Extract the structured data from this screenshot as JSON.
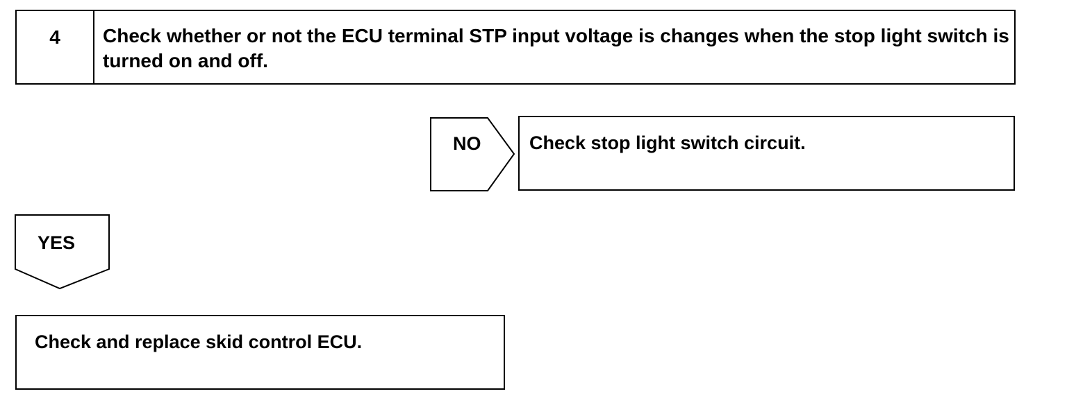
{
  "step": {
    "number": "4",
    "text": "Check whether or not the ECU terminal STP input voltage is changes when the stop light switch is turned on and off."
  },
  "branch_no": {
    "label": "NO",
    "result": "Check stop light switch circuit."
  },
  "branch_yes": {
    "label": "YES",
    "result": "Check and replace skid control ECU."
  }
}
